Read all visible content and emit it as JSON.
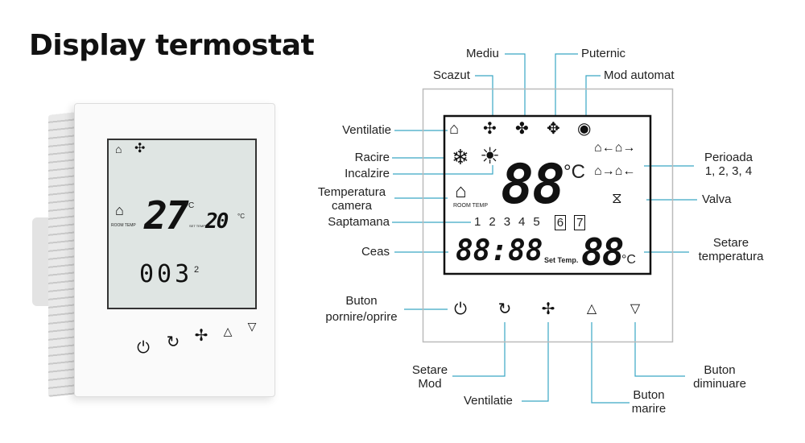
{
  "title": "Display termostat",
  "photo": {
    "room_temp": "27",
    "set_temp": "20",
    "unit": "°C",
    "room_label": "ROOM TEMP",
    "set_label": "SET TEMP",
    "clock": "003",
    "day": "2"
  },
  "lcd": {
    "main_digits": "88",
    "unit": "°C",
    "room_label": "ROOM TEMP",
    "days": [
      "1",
      "2",
      "3",
      "4",
      "5",
      "6",
      "7"
    ],
    "clock": "88:88",
    "set_label": "Set Temp.",
    "set_digits": "88",
    "set_unit": "°C"
  },
  "labels": {
    "mediu": "Mediu",
    "scazut": "Scazut",
    "puternic": "Puternic",
    "mod_automat": "Mod automat",
    "ventilatie": "Ventilatie",
    "racire": "Racire",
    "incalzire": "Incalzire",
    "temperatura_camera": [
      "Temperatura",
      "camera"
    ],
    "saptamana": "Saptamana",
    "ceas": "Ceas",
    "perioada": [
      "Perioada",
      "1, 2, 3, 4"
    ],
    "valva": "Valva",
    "setare_temperatura": [
      "Setare",
      "temperatura"
    ],
    "buton_pornire": [
      "Buton",
      "pornire/oprire"
    ],
    "setare_mod": [
      "Setare",
      "Mod"
    ],
    "ventilatie_btn": "Ventilatie",
    "buton_marire": [
      "Buton",
      "marire"
    ],
    "buton_diminuare": [
      "Buton",
      "diminuare"
    ]
  },
  "colors": {
    "leader": "#3aa6c4",
    "lcd_border": "#111111",
    "panel_border": "#bbbbbb"
  }
}
